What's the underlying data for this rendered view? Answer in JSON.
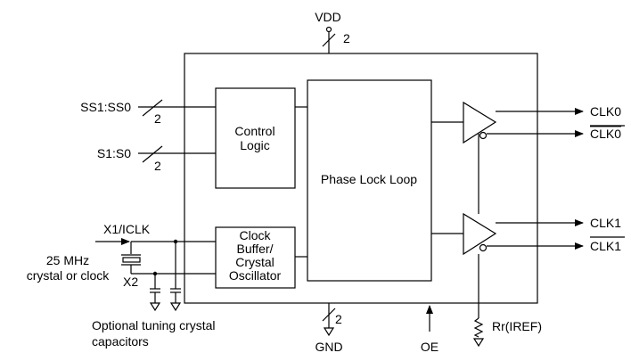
{
  "supply": {
    "vdd_label": "VDD",
    "vdd_bus_width": "2",
    "gnd_label": "GND",
    "gnd_bus_width": "2"
  },
  "inputs": {
    "ss_label": "SS1:SS0",
    "ss_bus_width": "2",
    "s_label": "S1:S0",
    "s_bus_width": "2",
    "x1_label": "X1/ICLK",
    "x2_label": "X2",
    "crystal_label_line1": "25 MHz",
    "crystal_label_line2": "crystal or clock",
    "caps_label_line1": "Optional tuning crystal",
    "caps_label_line2": "capacitors",
    "oe_label": "OE"
  },
  "blocks": {
    "control_logic_line1": "Control",
    "control_logic_line2": "Logic",
    "pll_label": "Phase Lock Loop",
    "osc_line1": "Clock",
    "osc_line2": "Buffer/",
    "osc_line3": "Crystal",
    "osc_line4": "Oscillator"
  },
  "outputs": {
    "clk0": "CLK0",
    "clk0_bar": "CLK0",
    "clk1": "CLK1",
    "clk1_bar": "CLK1",
    "rref_label": "Rr(IREF)"
  }
}
